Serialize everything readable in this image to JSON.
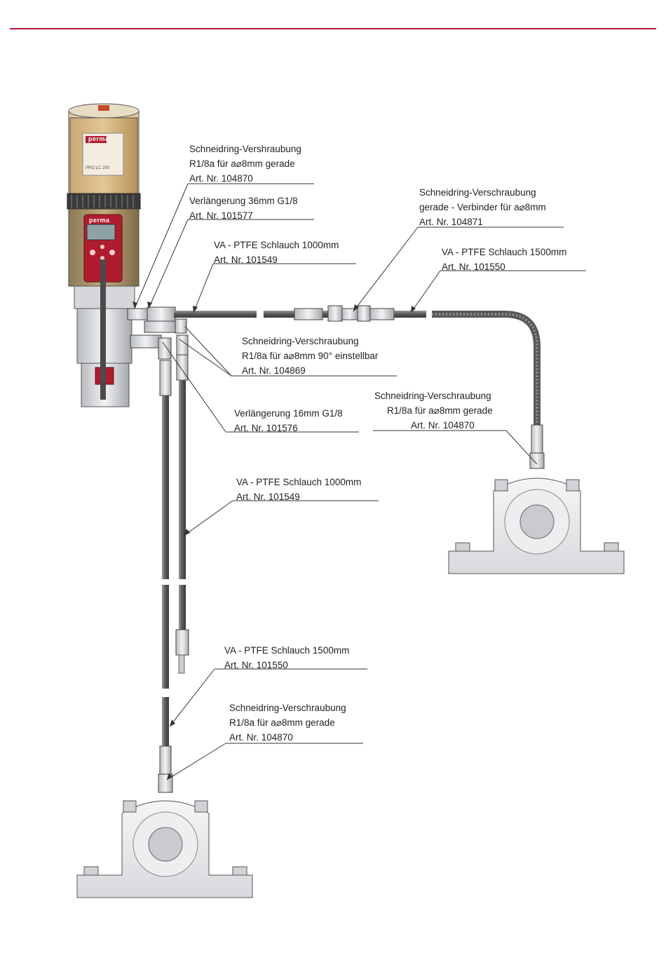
{
  "colors": {
    "accent": "#b01c2e",
    "hose": "#6b6b6b",
    "housing": "#e9eaec",
    "reservoir": "#d8b986",
    "unit": "#c9a35f"
  },
  "device": {
    "brand": "perma",
    "model": "PRO LC 250"
  },
  "labels": {
    "l1": {
      "line1": "Schneidring-Vershraubung",
      "line2": "R1/8a für a⌀8mm gerade",
      "line3": "Art. Nr. 104870"
    },
    "l2": {
      "line1": "Verlängerung 36mm G1/8",
      "line2": "Art. Nr. 101577"
    },
    "l3": {
      "line1": "VA - PTFE Schlauch 1000mm",
      "line2": "Art. Nr. 101549"
    },
    "l4": {
      "line1": "Schneidring-Verschraubung",
      "line2": "gerade - Verbinder für a⌀8mm",
      "line3": "Art. Nr. 104871"
    },
    "l5": {
      "line1": "VA - PTFE Schlauch 1500mm",
      "line2": "Art. Nr. 101550"
    },
    "l6": {
      "line1": "Schneidring-Verschraubung",
      "line2": "R1/8a für a⌀8mm 90° einstellbar",
      "line3": "Art. Nr. 104869"
    },
    "l7": {
      "line1": "Schneidring-Verschraubung",
      "line2": "R1/8a für a⌀8mm gerade",
      "line3": "Art. Nr. 104870"
    },
    "l8": {
      "line1": "Verlängerung 16mm G1/8",
      "line2": "Art. Nr. 101576"
    },
    "l9": {
      "line1": "VA - PTFE Schlauch 1000mm",
      "line2": "Art. Nr. 101549"
    },
    "l10": {
      "line1": "VA - PTFE Schlauch 1500mm",
      "line2": "Art. Nr. 101550"
    },
    "l11": {
      "line1": "Schneidring-Verschraubung",
      "line2": "R1/8a für a⌀8mm gerade",
      "line3": "Art. Nr. 104870"
    }
  }
}
